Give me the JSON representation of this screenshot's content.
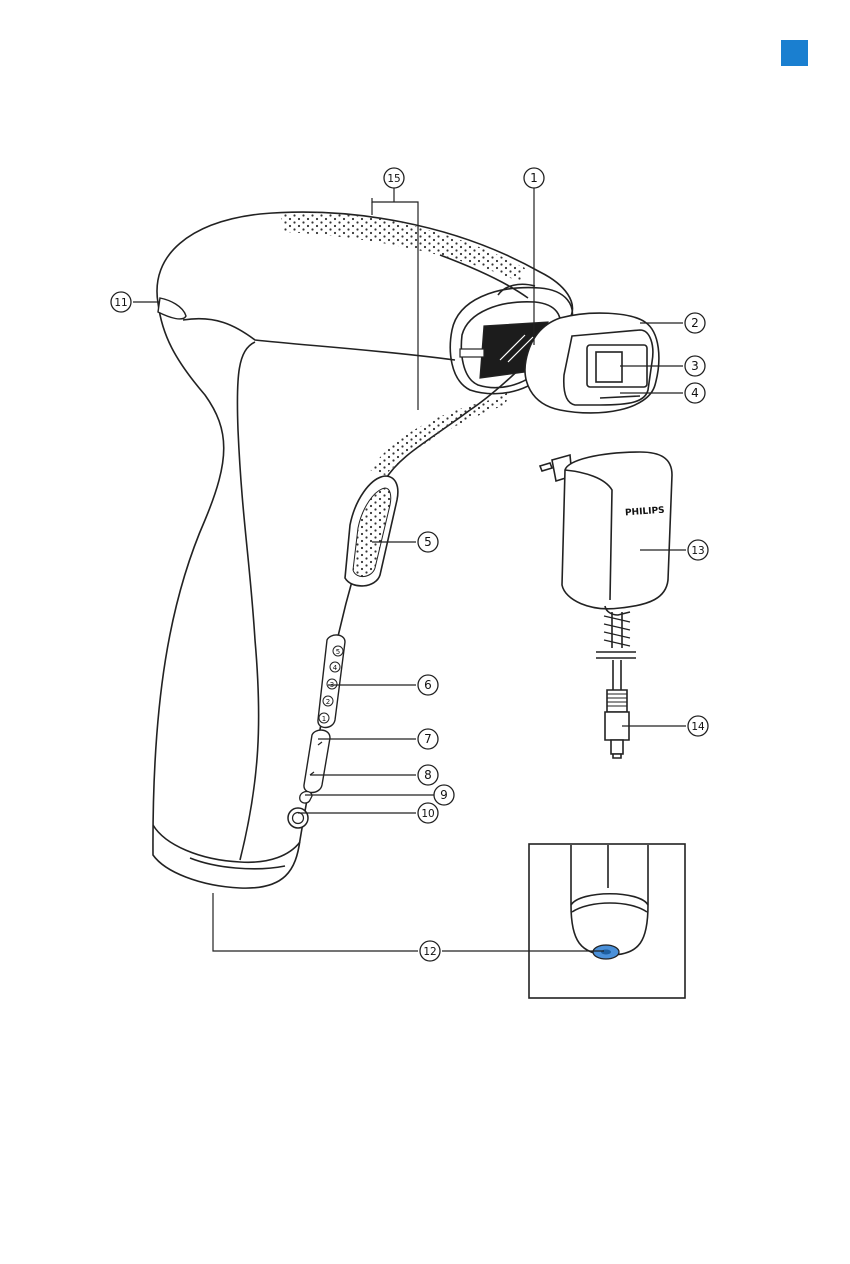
{
  "page": {
    "language_tab_color": "#1a7fd0"
  },
  "adapter": {
    "brand": "PHILIPS"
  },
  "callouts": [
    {
      "id": "c1",
      "label": "1"
    },
    {
      "id": "c2",
      "label": "2"
    },
    {
      "id": "c3",
      "label": "3"
    },
    {
      "id": "c4",
      "label": "4"
    },
    {
      "id": "c5",
      "label": "5"
    },
    {
      "id": "c6",
      "label": "6"
    },
    {
      "id": "c7",
      "label": "7"
    },
    {
      "id": "c8",
      "label": "8"
    },
    {
      "id": "c9",
      "label": "9"
    },
    {
      "id": "c10",
      "label": "10"
    },
    {
      "id": "c11",
      "label": "11"
    },
    {
      "id": "c12",
      "label": "12"
    },
    {
      "id": "c13",
      "label": "13"
    },
    {
      "id": "c14",
      "label": "14"
    },
    {
      "id": "c15",
      "label": "15"
    }
  ],
  "intensity_levels": [
    "5",
    "4",
    "3",
    "2",
    "1"
  ]
}
